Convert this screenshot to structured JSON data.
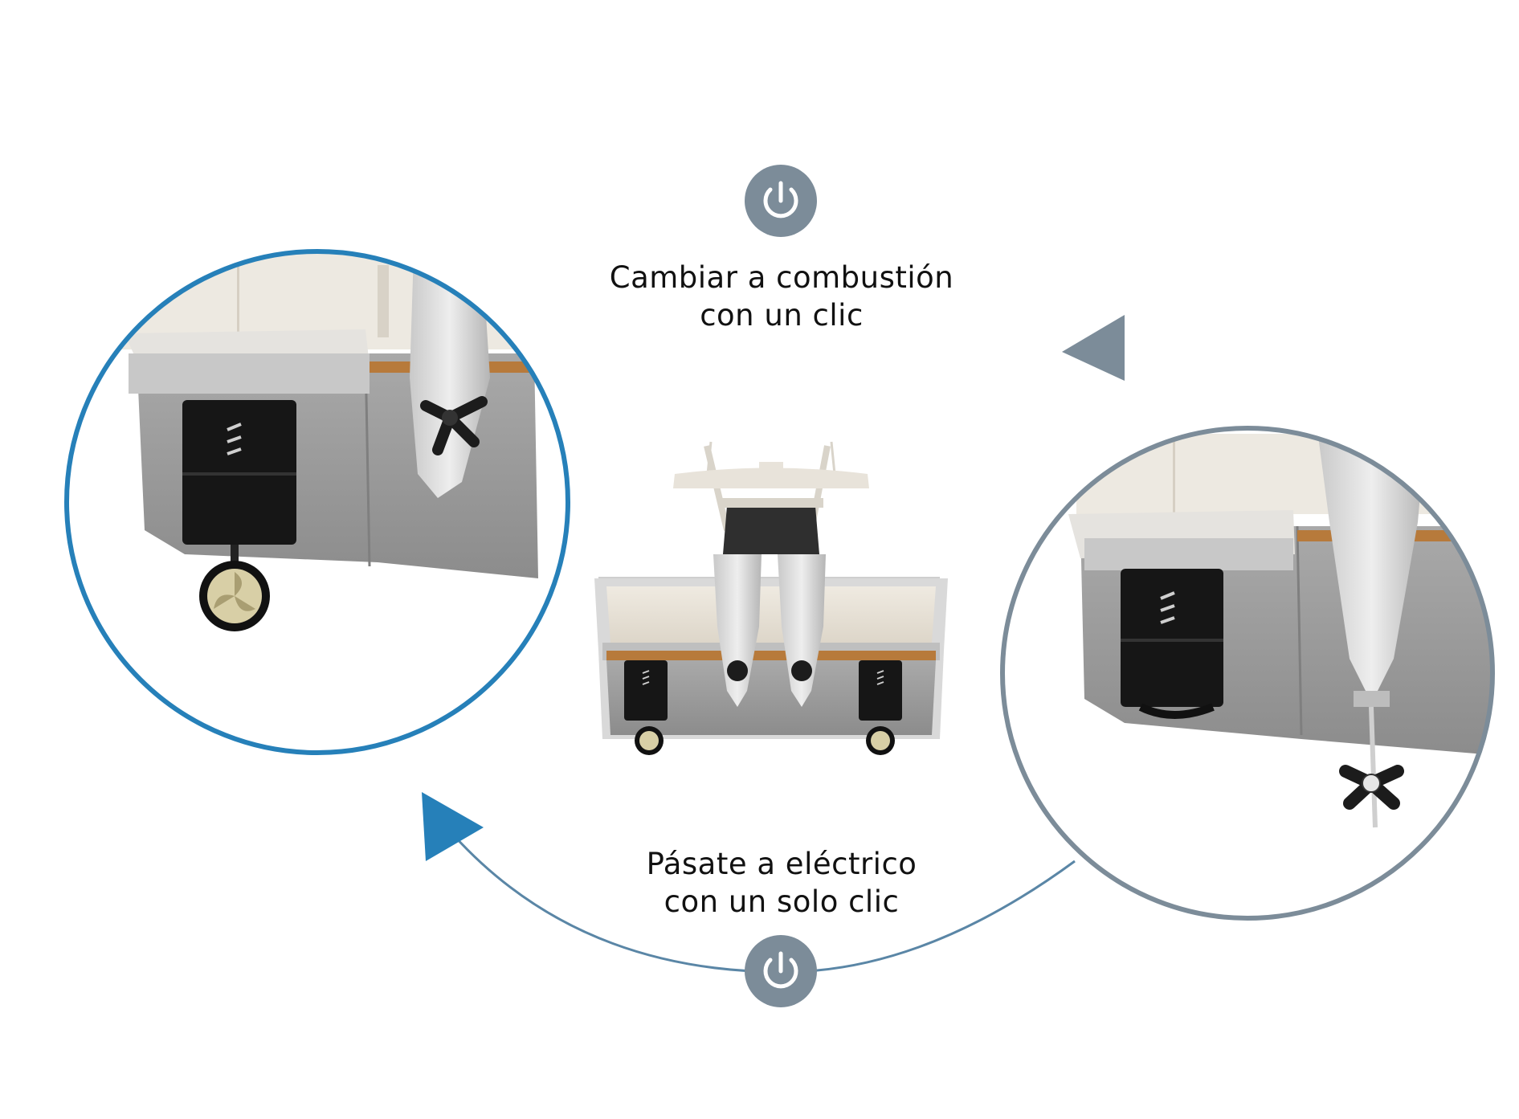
{
  "captions": {
    "combustion": [
      "Cambiar a combustión",
      "con un clic"
    ],
    "electric": [
      "Pásate a eléctrico",
      "con un solo clic"
    ]
  },
  "colors": {
    "electric_accent": "#2680B9",
    "combustion_accent": "#7C8C99",
    "power_button_bg": "#7C8C99",
    "hull_grey": "#9A9A9A",
    "deck_cream": "#E9E3D8",
    "motor_black": "#161616",
    "propeller_gold": "#C9C19A"
  },
  "icons": {
    "power_top": "power-icon",
    "power_bottom": "power-icon",
    "arrow_combustion": "triangle-arrow-icon",
    "arrow_electric": "triangle-arrow-icon"
  }
}
